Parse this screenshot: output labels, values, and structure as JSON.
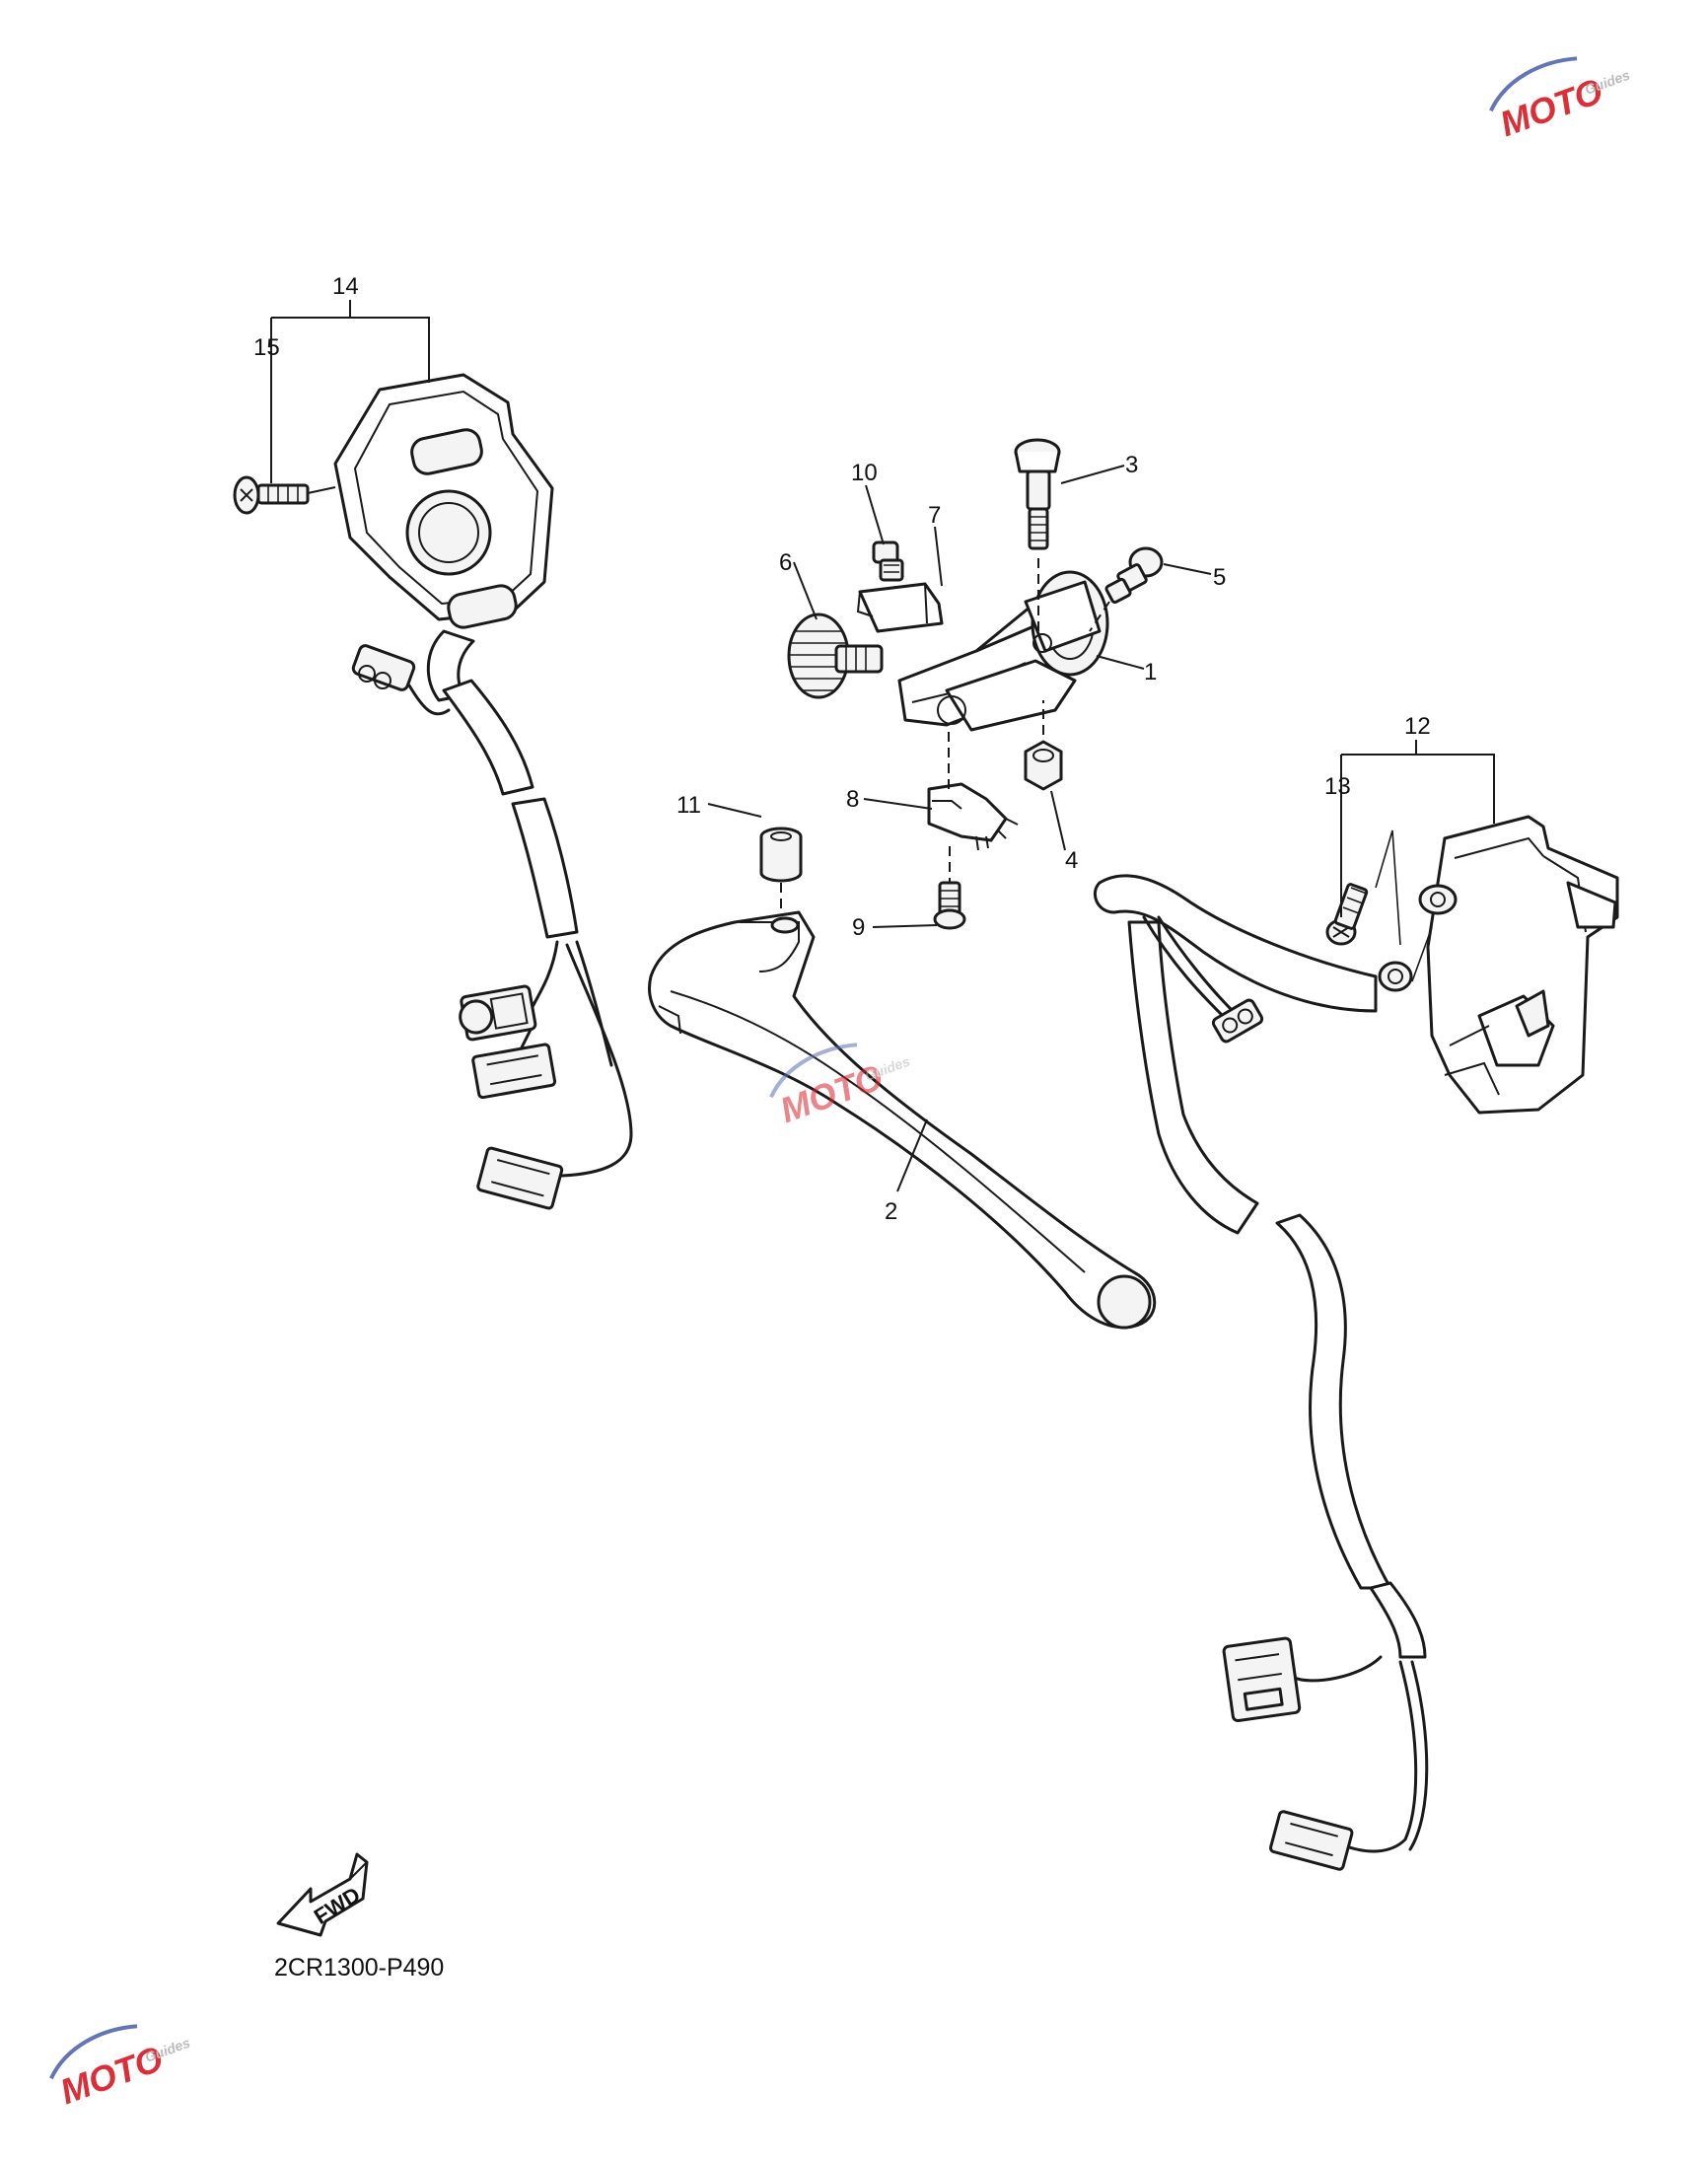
{
  "diagram": {
    "part_labels": [
      {
        "id": "1",
        "text": "1"
      },
      {
        "id": "2",
        "text": "2"
      },
      {
        "id": "3",
        "text": "3"
      },
      {
        "id": "4",
        "text": "4"
      },
      {
        "id": "5",
        "text": "5"
      },
      {
        "id": "6",
        "text": "6"
      },
      {
        "id": "7",
        "text": "7"
      },
      {
        "id": "8",
        "text": "8"
      },
      {
        "id": "9",
        "text": "9"
      },
      {
        "id": "10",
        "text": "10"
      },
      {
        "id": "11",
        "text": "11"
      },
      {
        "id": "12",
        "text": "12"
      },
      {
        "id": "13",
        "text": "13"
      },
      {
        "id": "14",
        "text": "14"
      },
      {
        "id": "15",
        "text": "15"
      }
    ],
    "fwd_label": "FWD",
    "diagram_code": "2CR1300-P490"
  },
  "watermark": {
    "brand": "MOTO",
    "sub": "Guides",
    "colors": {
      "red": "#d9232e",
      "blue": "#5a6fb3",
      "gray": "#b8b8b8"
    }
  }
}
